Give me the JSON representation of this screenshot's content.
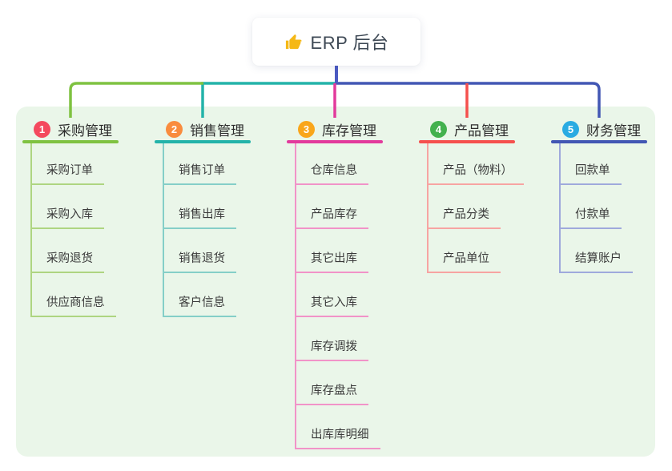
{
  "root": {
    "title": "ERP 后台",
    "icon": "thumbs-up",
    "icon_color": "#f5b816",
    "text_color": "#3d4854",
    "connector_color": "#4b5ac2",
    "bg": "#ffffff"
  },
  "panel": {
    "bg": "#eaf6e9"
  },
  "branches": [
    {
      "badge": "1",
      "label": "采购管理",
      "badge_color": "#f4495e",
      "line_color": "#7fc241",
      "child_line_color": "#aed581",
      "children": [
        "采购订单",
        "采购入库",
        "采购退货",
        "供应商信息"
      ]
    },
    {
      "badge": "2",
      "label": "销售管理",
      "badge_color": "#f98c3e",
      "line_color": "#23b3a9",
      "child_line_color": "#85cfc8",
      "children": [
        "销售订单",
        "销售出库",
        "销售退货",
        "客户信息"
      ]
    },
    {
      "badge": "3",
      "label": "库存管理",
      "badge_color": "#f9a61b",
      "line_color": "#e23a9c",
      "child_line_color": "#f193c8",
      "children": [
        "仓库信息",
        "产品库存",
        "其它出库",
        "其它入库",
        "库存调拨",
        "库存盘点",
        "出库库明细"
      ]
    },
    {
      "badge": "4",
      "label": "产品管理",
      "badge_color": "#43b14e",
      "line_color": "#f5504d",
      "child_line_color": "#f7a4a2",
      "children": [
        "产品（物料）",
        "产品分类",
        "产品单位"
      ]
    },
    {
      "badge": "5",
      "label": "财务管理",
      "badge_color": "#2aabe2",
      "line_color": "#4257b4",
      "child_line_color": "#9fa9dc",
      "children": [
        "回款单",
        "付款单",
        "结算账户"
      ]
    }
  ]
}
